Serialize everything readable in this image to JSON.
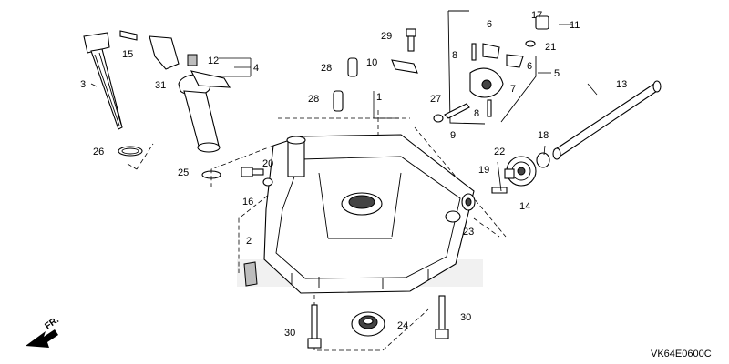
{
  "diagram_code": "VK64E0600C",
  "direction_label": "FR.",
  "callouts": {
    "c1": "1",
    "c2": "2",
    "c3": "3",
    "c4": "4",
    "c5": "5",
    "c6a": "6",
    "c6b": "6",
    "c7": "7",
    "c8": "8",
    "c8b": "8",
    "c9": "9",
    "c10": "10",
    "c11": "11",
    "c12": "12",
    "c13": "13",
    "c14": "14",
    "c15": "15",
    "c16": "16",
    "c17": "17",
    "c18": "18",
    "c19": "19",
    "c20": "20",
    "c21": "21",
    "c22": "22",
    "c23": "23",
    "c24": "24",
    "c25": "25",
    "c26": "26",
    "c27": "27",
    "c28a": "28",
    "c28b": "28",
    "c29": "29",
    "c30a": "30",
    "c30b": "30",
    "c31": "31"
  },
  "colors": {
    "line": "#000000",
    "watermark": "#ececec"
  }
}
